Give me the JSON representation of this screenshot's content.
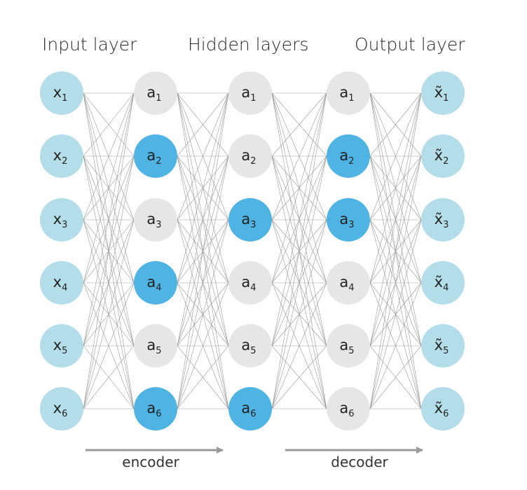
{
  "titles": {
    "input": "Input layer",
    "hidden": "Hidden layers",
    "output": "Output layer"
  },
  "colors": {
    "io_node": "#b3dde9",
    "active_node": "#4fb3e3",
    "inactive_node": "#e6e6e6",
    "edge": "#9a9a9a",
    "arrow": "#999999"
  },
  "layers": [
    {
      "kind": "input",
      "symbol": "x",
      "tilde": false,
      "nodes": [
        {
          "sub": "1",
          "state": "io"
        },
        {
          "sub": "2",
          "state": "io"
        },
        {
          "sub": "3",
          "state": "io"
        },
        {
          "sub": "4",
          "state": "io"
        },
        {
          "sub": "5",
          "state": "io"
        },
        {
          "sub": "6",
          "state": "io"
        }
      ]
    },
    {
      "kind": "hidden",
      "symbol": "a",
      "tilde": false,
      "nodes": [
        {
          "sub": "1",
          "state": "inactive"
        },
        {
          "sub": "2",
          "state": "active"
        },
        {
          "sub": "3",
          "state": "inactive"
        },
        {
          "sub": "4",
          "state": "active"
        },
        {
          "sub": "5",
          "state": "inactive"
        },
        {
          "sub": "6",
          "state": "active"
        }
      ]
    },
    {
      "kind": "hidden",
      "symbol": "a",
      "tilde": false,
      "nodes": [
        {
          "sub": "1",
          "state": "inactive"
        },
        {
          "sub": "2",
          "state": "inactive"
        },
        {
          "sub": "3",
          "state": "active"
        },
        {
          "sub": "4",
          "state": "inactive"
        },
        {
          "sub": "5",
          "state": "inactive"
        },
        {
          "sub": "6",
          "state": "active"
        }
      ]
    },
    {
      "kind": "hidden",
      "symbol": "a",
      "tilde": false,
      "nodes": [
        {
          "sub": "1",
          "state": "inactive"
        },
        {
          "sub": "2",
          "state": "active"
        },
        {
          "sub": "3",
          "state": "active"
        },
        {
          "sub": "4",
          "state": "inactive"
        },
        {
          "sub": "5",
          "state": "inactive"
        },
        {
          "sub": "6",
          "state": "inactive"
        }
      ]
    },
    {
      "kind": "output",
      "symbol": "x",
      "tilde": true,
      "nodes": [
        {
          "sub": "1",
          "state": "io"
        },
        {
          "sub": "2",
          "state": "io"
        },
        {
          "sub": "3",
          "state": "io"
        },
        {
          "sub": "4",
          "state": "io"
        },
        {
          "sub": "5",
          "state": "io"
        },
        {
          "sub": "6",
          "state": "io"
        }
      ]
    }
  ],
  "flows": {
    "encoder": "encoder",
    "decoder": "decoder"
  }
}
